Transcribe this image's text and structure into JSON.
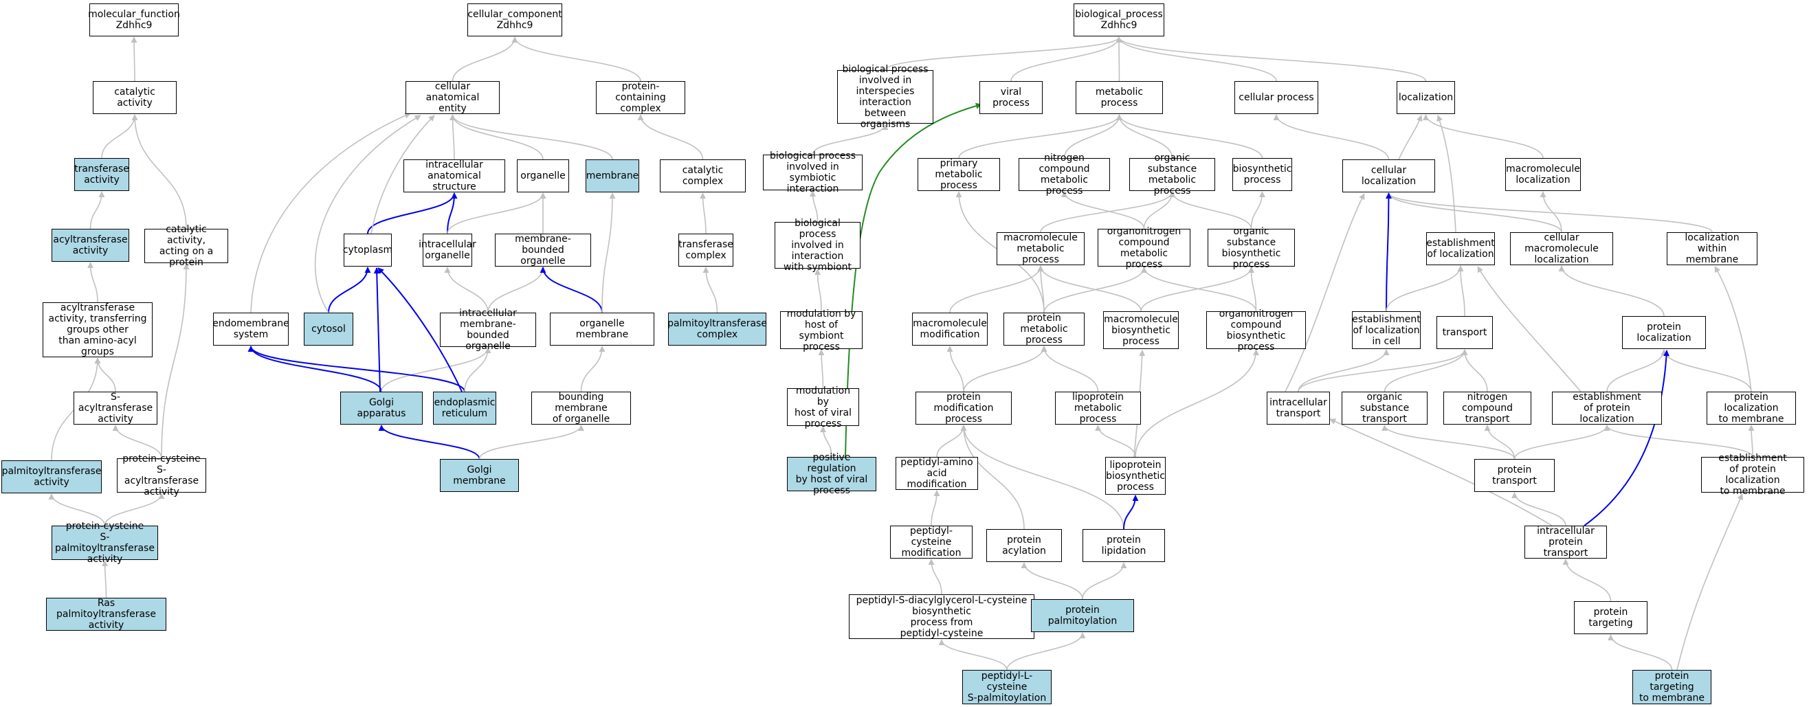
{
  "colors": {
    "gray": "#c0c0c0",
    "blue": "#0000ee",
    "green": "#228b22",
    "highlight": "#add8e6"
  },
  "nodes": [
    {
      "id": "mf",
      "label": "molecular_function\nZdhhc9",
      "hl": false
    },
    {
      "id": "cat",
      "label": "catalytic activity",
      "hl": false
    },
    {
      "id": "trans",
      "label": "transferase\nactivity",
      "hl": true
    },
    {
      "id": "acyltr",
      "label": "acyltransferase\nactivity",
      "hl": true
    },
    {
      "id": "catprot",
      "label": "catalytic activity,\nacting on a\nprotein",
      "hl": false
    },
    {
      "id": "acylother",
      "label": "acyltransferase\nactivity, transferring\ngroups other\nthan amino-acyl\ngroups",
      "hl": false
    },
    {
      "id": "sacyl",
      "label": "S-acyltransferase\nactivity",
      "hl": false
    },
    {
      "id": "palact",
      "label": "palmitoyltransferase\nactivity",
      "hl": true
    },
    {
      "id": "pcsacyl",
      "label": "protein-cysteine\nS-acyltransferase\nactivity",
      "hl": false
    },
    {
      "id": "pcspalm",
      "label": "protein-cysteine\nS-palmitoyltransferase\nactivity",
      "hl": true
    },
    {
      "id": "ras",
      "label": "Ras palmitoyltransferase\nactivity",
      "hl": true
    },
    {
      "id": "cc",
      "label": "cellular_component\nZdhhc9",
      "hl": false
    },
    {
      "id": "cae",
      "label": "cellular anatomical\nentity",
      "hl": false
    },
    {
      "id": "pcc",
      "label": "protein-containing\ncomplex",
      "hl": false
    },
    {
      "id": "ias",
      "label": "intracellular\nanatomical structure",
      "hl": false
    },
    {
      "id": "org",
      "label": "organelle",
      "hl": false
    },
    {
      "id": "mem",
      "label": "membrane",
      "hl": true
    },
    {
      "id": "catcx",
      "label": "catalytic complex",
      "hl": false
    },
    {
      "id": "cyto",
      "label": "cytoplasm",
      "hl": false
    },
    {
      "id": "io",
      "label": "intracellular\norganelle",
      "hl": false
    },
    {
      "id": "mbo",
      "label": "membrane-bounded\norganelle",
      "hl": false
    },
    {
      "id": "trcx",
      "label": "transferase\ncomplex",
      "hl": false
    },
    {
      "id": "endo",
      "label": "endomembrane\nsystem",
      "hl": false
    },
    {
      "id": "cytosol",
      "label": "cytosol",
      "hl": true
    },
    {
      "id": "imbo",
      "label": "intracellular\nmembrane-bounded\norganelle",
      "hl": false
    },
    {
      "id": "orgmem",
      "label": "organelle membrane",
      "hl": false
    },
    {
      "id": "palcx",
      "label": "palmitoyltransferase\ncomplex",
      "hl": true
    },
    {
      "id": "golgi",
      "label": "Golgi apparatus",
      "hl": true
    },
    {
      "id": "er",
      "label": "endoplasmic\nreticulum",
      "hl": true
    },
    {
      "id": "bmo",
      "label": "bounding membrane\nof organelle",
      "hl": false
    },
    {
      "id": "golgimem",
      "label": "Golgi membrane",
      "hl": true
    },
    {
      "id": "bp",
      "label": "biological_process\nZdhhc9",
      "hl": false
    },
    {
      "id": "bpinter",
      "label": "biological process\ninvolved in\ninterspecies\ninteraction\nbetween organisms",
      "hl": false
    },
    {
      "id": "viral",
      "label": "viral process",
      "hl": false
    },
    {
      "id": "metab",
      "label": "metabolic process",
      "hl": false
    },
    {
      "id": "cellp",
      "label": "cellular process",
      "hl": false
    },
    {
      "id": "loc",
      "label": "localization",
      "hl": false
    },
    {
      "id": "bpsymb",
      "label": "biological process\ninvolved in\nsymbiotic interaction",
      "hl": false
    },
    {
      "id": "prim",
      "label": "primary metabolic\nprocess",
      "hl": false
    },
    {
      "id": "ncmp",
      "label": "nitrogen compound\nmetabolic process",
      "hl": false
    },
    {
      "id": "osmp",
      "label": "organic substance\nmetabolic process",
      "hl": false
    },
    {
      "id": "biosyn",
      "label": "biosynthetic\nprocess",
      "hl": false
    },
    {
      "id": "cellloc",
      "label": "cellular localization",
      "hl": false
    },
    {
      "id": "macloc",
      "label": "macromolecule\nlocalization",
      "hl": false
    },
    {
      "id": "bpwsymb",
      "label": "biological process\ninvolved in\ninteraction\nwith symbiont",
      "hl": false
    },
    {
      "id": "mmp",
      "label": "macromolecule\nmetabolic process",
      "hl": false
    },
    {
      "id": "oncmp",
      "label": "organonitrogen\ncompound metabolic\nprocess",
      "hl": false
    },
    {
      "id": "osbp",
      "label": "organic substance\nbiosynthetic\nprocess",
      "hl": false
    },
    {
      "id": "estloc",
      "label": "establishment\nof localization",
      "hl": false
    },
    {
      "id": "cmloc",
      "label": "cellular macromolecule\nlocalization",
      "hl": false
    },
    {
      "id": "locmem",
      "label": "localization\nwithin membrane",
      "hl": false
    },
    {
      "id": "modsymb",
      "label": "modulation by\nhost of symbiont\nprocess",
      "hl": false
    },
    {
      "id": "macmod",
      "label": "macromolecule\nmodification",
      "hl": false
    },
    {
      "id": "pmp",
      "label": "protein metabolic\nprocess",
      "hl": false
    },
    {
      "id": "mbp",
      "label": "macromolecule\nbiosynthetic\nprocess",
      "hl": false
    },
    {
      "id": "oncbp",
      "label": "organonitrogen\ncompound biosynthetic\nprocess",
      "hl": false
    },
    {
      "id": "estcell",
      "label": "establishment\nof localization\nin cell",
      "hl": false
    },
    {
      "id": "transport",
      "label": "transport",
      "hl": false
    },
    {
      "id": "protloc",
      "label": "protein localization",
      "hl": false
    },
    {
      "id": "modviral",
      "label": "modulation by\nhost of viral\nprocess",
      "hl": false
    },
    {
      "id": "pmodp",
      "label": "protein modification\nprocess",
      "hl": false
    },
    {
      "id": "lipmp",
      "label": "lipoprotein\nmetabolic process",
      "hl": false
    },
    {
      "id": "intratr",
      "label": "intracellular\ntransport",
      "hl": false
    },
    {
      "id": "ostr",
      "label": "organic substance\ntransport",
      "hl": false
    },
    {
      "id": "nctr",
      "label": "nitrogen compound\ntransport",
      "hl": false
    },
    {
      "id": "estprot",
      "label": "establishment\nof protein localization",
      "hl": false
    },
    {
      "id": "protlocmem",
      "label": "protein localization\nto membrane",
      "hl": false
    },
    {
      "id": "posreg",
      "label": "positive regulation\nby host of viral\nprocess",
      "hl": true
    },
    {
      "id": "peptaa",
      "label": "peptidyl-amino\nacid modification",
      "hl": false
    },
    {
      "id": "lipbp",
      "label": "lipoprotein\nbiosynthetic\nprocess",
      "hl": false
    },
    {
      "id": "prottr",
      "label": "protein transport",
      "hl": false
    },
    {
      "id": "estprotmem",
      "label": "establishment\nof protein localization\nto membrane",
      "hl": false
    },
    {
      "id": "peptcys",
      "label": "peptidyl-cysteine\nmodification",
      "hl": false
    },
    {
      "id": "protacyl",
      "label": "protein acylation",
      "hl": false
    },
    {
      "id": "protlip",
      "label": "protein lipidation",
      "hl": false
    },
    {
      "id": "intraprottr",
      "label": "intracellular\nprotein transport",
      "hl": false
    },
    {
      "id": "peptsdiacyl",
      "label": "peptidyl-S-diacylglycerol-L-cysteine\nbiosynthetic\nprocess from\npeptidyl-cysteine",
      "hl": false
    },
    {
      "id": "protpalm",
      "label": "protein palmitoylation",
      "hl": true
    },
    {
      "id": "prottarg",
      "label": "protein targeting",
      "hl": false
    },
    {
      "id": "peptlcys",
      "label": "peptidyl-L-cysteine\nS-palmitoylation",
      "hl": true
    },
    {
      "id": "prottargmem",
      "label": "protein targeting\nto membrane",
      "hl": true
    }
  ],
  "edges": [
    [
      "cat",
      "mf",
      "gray"
    ],
    [
      "trans",
      "cat",
      "gray"
    ],
    [
      "catprot",
      "cat",
      "gray"
    ],
    [
      "acyltr",
      "trans",
      "gray"
    ],
    [
      "acylother",
      "acyltr",
      "gray"
    ],
    [
      "sacyl",
      "acylother",
      "gray"
    ],
    [
      "palact",
      "acylother",
      "gray"
    ],
    [
      "pcsacyl",
      "sacyl",
      "gray"
    ],
    [
      "pcsacyl",
      "catprot",
      "gray"
    ],
    [
      "pcspalm",
      "palact",
      "gray"
    ],
    [
      "pcspalm",
      "pcsacyl",
      "gray"
    ],
    [
      "ras",
      "pcspalm",
      "gray"
    ],
    [
      "cae",
      "cc",
      "gray"
    ],
    [
      "pcc",
      "cc",
      "gray"
    ],
    [
      "ias",
      "cae",
      "gray"
    ],
    [
      "org",
      "cae",
      "gray"
    ],
    [
      "mem",
      "cae",
      "gray"
    ],
    [
      "catcx",
      "pcc",
      "gray"
    ],
    [
      "cyto",
      "ias",
      "blue"
    ],
    [
      "cyto",
      "cae",
      "gray"
    ],
    [
      "io",
      "ias",
      "blue"
    ],
    [
      "io",
      "org",
      "gray"
    ],
    [
      "mbo",
      "org",
      "gray"
    ],
    [
      "trcx",
      "catcx",
      "gray"
    ],
    [
      "endo",
      "cae",
      "gray"
    ],
    [
      "cytosol",
      "cyto",
      "blue"
    ],
    [
      "cytosol",
      "cae",
      "gray"
    ],
    [
      "imbo",
      "io",
      "gray"
    ],
    [
      "imbo",
      "mbo",
      "gray"
    ],
    [
      "orgmem",
      "mbo",
      "blue"
    ],
    [
      "orgmem",
      "mem",
      "gray"
    ],
    [
      "palcx",
      "trcx",
      "gray"
    ],
    [
      "golgi",
      "cyto",
      "blue"
    ],
    [
      "golgi",
      "endo",
      "blue"
    ],
    [
      "golgi",
      "imbo",
      "gray"
    ],
    [
      "er",
      "cyto",
      "blue"
    ],
    [
      "er",
      "endo",
      "blue"
    ],
    [
      "er",
      "imbo",
      "gray"
    ],
    [
      "bmo",
      "orgmem",
      "gray"
    ],
    [
      "golgimem",
      "golgi",
      "blue"
    ],
    [
      "golgimem",
      "bmo",
      "gray"
    ],
    [
      "bpinter",
      "bp",
      "gray"
    ],
    [
      "viral",
      "bp",
      "gray"
    ],
    [
      "metab",
      "bp",
      "gray"
    ],
    [
      "cellp",
      "bp",
      "gray"
    ],
    [
      "loc",
      "bp",
      "gray"
    ],
    [
      "bpsymb",
      "bpinter",
      "gray"
    ],
    [
      "prim",
      "metab",
      "gray"
    ],
    [
      "ncmp",
      "metab",
      "gray"
    ],
    [
      "osmp",
      "metab",
      "gray"
    ],
    [
      "biosyn",
      "metab",
      "gray"
    ],
    [
      "cellloc",
      "cellp",
      "gray"
    ],
    [
      "cellloc",
      "loc",
      "gray"
    ],
    [
      "macloc",
      "loc",
      "gray"
    ],
    [
      "bpwsymb",
      "bpsymb",
      "gray"
    ],
    [
      "mmp",
      "osmp",
      "gray"
    ],
    [
      "oncmp",
      "ncmp",
      "gray"
    ],
    [
      "oncmp",
      "osmp",
      "gray"
    ],
    [
      "osbp",
      "osmp",
      "gray"
    ],
    [
      "osbp",
      "biosyn",
      "gray"
    ],
    [
      "estloc",
      "loc",
      "gray"
    ],
    [
      "cmloc",
      "cellloc",
      "gray"
    ],
    [
      "cmloc",
      "macloc",
      "gray"
    ],
    [
      "locmem",
      "cellloc",
      "gray"
    ],
    [
      "modsymb",
      "bpwsymb",
      "gray"
    ],
    [
      "macmod",
      "mmp",
      "gray"
    ],
    [
      "pmp",
      "prim",
      "gray"
    ],
    [
      "pmp",
      "mmp",
      "gray"
    ],
    [
      "pmp",
      "oncmp",
      "gray"
    ],
    [
      "mbp",
      "mmp",
      "gray"
    ],
    [
      "mbp",
      "osbp",
      "gray"
    ],
    [
      "oncbp",
      "oncmp",
      "gray"
    ],
    [
      "oncbp",
      "osbp",
      "gray"
    ],
    [
      "estcell",
      "cellloc",
      "blue"
    ],
    [
      "estcell",
      "estloc",
      "gray"
    ],
    [
      "transport",
      "estloc",
      "gray"
    ],
    [
      "protloc",
      "cmloc",
      "gray"
    ],
    [
      "modviral",
      "modsymb",
      "gray"
    ],
    [
      "pmodp",
      "macmod",
      "gray"
    ],
    [
      "pmodp",
      "pmp",
      "gray"
    ],
    [
      "lipmp",
      "pmp",
      "gray"
    ],
    [
      "intratr",
      "cellloc",
      "gray"
    ],
    [
      "intratr",
      "estcell",
      "gray"
    ],
    [
      "intratr",
      "transport",
      "gray"
    ],
    [
      "ostr",
      "transport",
      "gray"
    ],
    [
      "nctr",
      "transport",
      "gray"
    ],
    [
      "estprot",
      "estloc",
      "gray"
    ],
    [
      "estprot",
      "protloc",
      "gray"
    ],
    [
      "protlocmem",
      "protloc",
      "gray"
    ],
    [
      "protlocmem",
      "locmem",
      "gray"
    ],
    [
      "posreg",
      "modviral",
      "gray"
    ],
    [
      "posreg",
      "viral",
      "green"
    ],
    [
      "peptaa",
      "pmodp",
      "gray"
    ],
    [
      "lipbp",
      "mbp",
      "gray"
    ],
    [
      "lipbp",
      "oncbp",
      "gray"
    ],
    [
      "lipbp",
      "lipmp",
      "gray"
    ],
    [
      "prottr",
      "ostr",
      "gray"
    ],
    [
      "prottr",
      "nctr",
      "gray"
    ],
    [
      "prottr",
      "estprot",
      "gray"
    ],
    [
      "estprotmem",
      "estprot",
      "gray"
    ],
    [
      "estprotmem",
      "protlocmem",
      "gray"
    ],
    [
      "peptcys",
      "peptaa",
      "gray"
    ],
    [
      "protacyl",
      "pmodp",
      "gray"
    ],
    [
      "protlip",
      "pmodp",
      "gray"
    ],
    [
      "protlip",
      "lipbp",
      "blue"
    ],
    [
      "intraprottr",
      "prottr",
      "gray"
    ],
    [
      "intraprottr",
      "intratr",
      "gray"
    ],
    [
      "intraprottr",
      "protloc",
      "blue"
    ],
    [
      "peptsdiacyl",
      "peptcys",
      "gray"
    ],
    [
      "protpalm",
      "protacyl",
      "gray"
    ],
    [
      "protpalm",
      "protlip",
      "gray"
    ],
    [
      "prottarg",
      "intraprottr",
      "gray"
    ],
    [
      "peptlcys",
      "peptsdiacyl",
      "gray"
    ],
    [
      "peptlcys",
      "protpalm",
      "gray"
    ],
    [
      "prottargmem",
      "prottarg",
      "gray"
    ],
    [
      "prottargmem",
      "estprotmem",
      "gray"
    ]
  ]
}
